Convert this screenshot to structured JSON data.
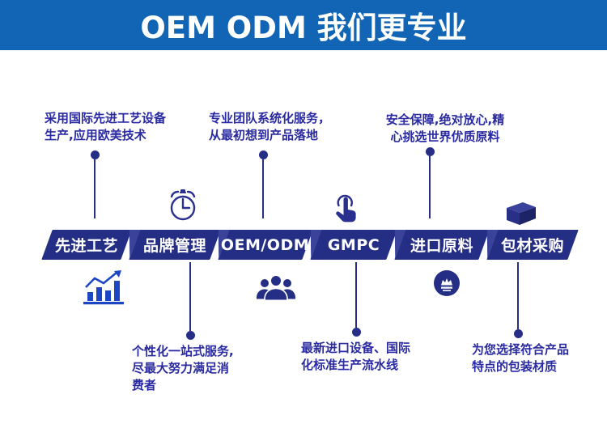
{
  "header": {
    "title": "OEM ODM 我们更专业",
    "bg_color": "#1264b4"
  },
  "colors": {
    "navy": "#252e85",
    "note_text": "#2a2aa2",
    "chart_icon_blue": "#1d46c4",
    "wedge_navy": "#3a4399",
    "white": "#ffffff"
  },
  "steps": [
    {
      "label": "先进工艺"
    },
    {
      "label": "品牌管理"
    },
    {
      "label": "OEM/ODM"
    },
    {
      "label": "GMPC"
    },
    {
      "label": "进口原料"
    },
    {
      "label": "包材采购"
    }
  ],
  "notes_top": [
    {
      "lines": [
        "采用国际先进工艺设备",
        "生产,应用欧美技术"
      ]
    },
    {
      "lines": [
        "专业团队系统化服务，",
        "从最初想到产品落地"
      ]
    },
    {
      "lines": [
        "安全保障,绝对放心,精",
        "心挑选世界优质原料"
      ]
    }
  ],
  "notes_bottom": [
    {
      "lines": [
        "个性化一站式服务,",
        "尽最大努力满足消",
        "费者"
      ]
    },
    {
      "lines": [
        "最新进口设备、国际",
        "化标准生产流水线"
      ]
    },
    {
      "lines": [
        "为您选择符合产品",
        "特点的包装材质"
      ]
    }
  ],
  "icons": {
    "above_banner": [
      "alarm-clock-icon",
      "click-hand-icon",
      "cube-icon"
    ],
    "below_banner": [
      "bar-chart-icon",
      "team-icon",
      "badge-icon"
    ]
  }
}
